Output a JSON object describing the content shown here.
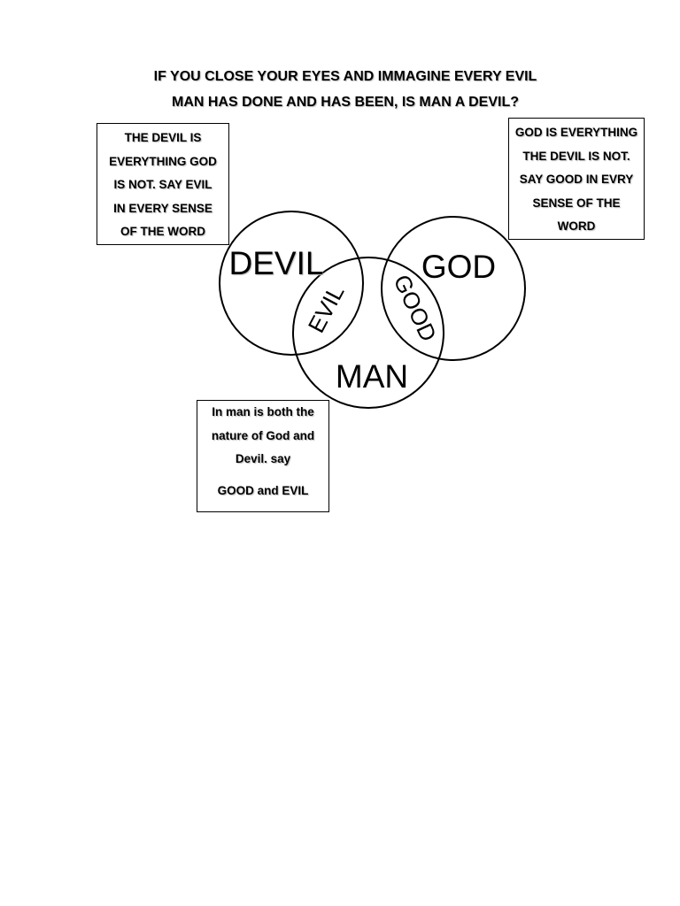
{
  "title": {
    "line1": "IF YOU CLOSE YOUR EYES AND IMMAGINE EVERY EVIL",
    "line2": "MAN HAS DONE AND HAS BEEN, IS MAN A DEVIL?"
  },
  "devil_box": {
    "lines": [
      "THE DEVIL IS",
      "EVERYTHING GOD",
      "IS NOT. SAY EVIL",
      "IN EVERY SENSE",
      "OF THE WORD"
    ]
  },
  "god_box": {
    "lines": [
      "GOD IS EVERYTHING",
      "THE DEVIL IS NOT.",
      "SAY GOOD IN EVRY",
      "SENSE OF THE",
      "WORD"
    ]
  },
  "man_box": {
    "lines": [
      "In man is both the",
      "nature of God and",
      "Devil. say",
      "GOOD and EVIL"
    ]
  },
  "venn": {
    "devil_label": "DEVIL",
    "god_label": "GOD",
    "man_label": "MAN",
    "devil_man_overlap_label": "EVIL",
    "god_man_overlap_label": "GOOD"
  }
}
